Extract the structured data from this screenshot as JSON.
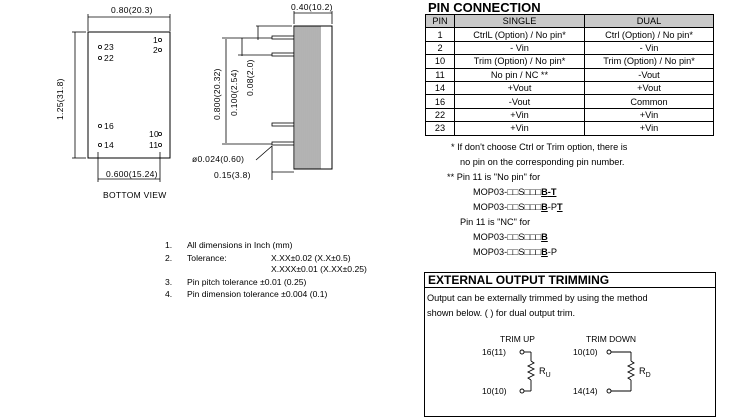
{
  "drawing": {
    "bottom_view": {
      "width_dim": "0.80(20.3)",
      "height_dim": "1.25(31.8)",
      "pitch_dim": "0.600(15.24)",
      "caption": "BOTTOM  VIEW",
      "pin_labels": [
        "1",
        "2",
        "23",
        "22",
        "16",
        "14",
        "10",
        "11"
      ]
    },
    "side_view": {
      "top_dim": "0.40(10.2)",
      "dim_a": "0.800(20.32)",
      "dim_b": "0.100(2.54)",
      "dim_c": "0.08(2.0)",
      "pin_dia": "ø0.024(0.60)",
      "pin_len": "0.15(3.8)"
    }
  },
  "notes": [
    {
      "num": "1.",
      "text": "All dimensions in Inch (mm)"
    },
    {
      "num": "2.",
      "text": "Tolerance:",
      "tol1": "X.XX±0.02 (X.X±0.5)",
      "tol2": "X.XXX±0.01 (X.XX±0.25)"
    },
    {
      "num": "3.",
      "text": "Pin pitch tolerance ±0.01 (0.25)"
    },
    {
      "num": "4.",
      "text": "Pin dimension tolerance ±0.004 (0.1)"
    }
  ],
  "pin_connection": {
    "title": "PIN CONNECTION",
    "headers": [
      "PIN",
      "SINGLE",
      "DUAL"
    ],
    "rows": [
      [
        "1",
        "CtrlL (Option) / No pin*",
        "Ctrl (Option) / No pin*"
      ],
      [
        "2",
        "- Vin",
        "- Vin"
      ],
      [
        "10",
        "Trim (Option) / No pin*",
        "Trim (Option) / No pin*"
      ],
      [
        "11",
        "No pin / NC **",
        "-Vout"
      ],
      [
        "14",
        "+Vout",
        "+Vout"
      ],
      [
        "16",
        "-Vout",
        "Common"
      ],
      [
        "22",
        "+Vin",
        "+Vin"
      ],
      [
        "23",
        "+Vin",
        "+Vin"
      ]
    ],
    "footnote1_a": "*  If don't choose Ctrl or Trim option, there is",
    "footnote1_b": "no pin on the corresponding pin number.",
    "footnote2": "**  Pin 11 is \"No pin\" for",
    "model_prefix": "MOP03-",
    "model_s": "S",
    "model_b": "B",
    "model_t": "-T",
    "model_p": "-P",
    "model_pt_t": "T",
    "nc_line": "Pin 11 is \"NC\" for"
  },
  "trimming": {
    "title": "EXTERNAL OUTPUT TRIMMING",
    "desc1": "Output can be externally trimmed by using the method",
    "desc2": "shown below. ( ) for dual output trim.",
    "trim_up": "TRIM UP",
    "trim_down": "TRIM DOWN",
    "up_top": "16(11)",
    "up_bottom": "10(10)",
    "up_res": "R",
    "up_res_sub": "U",
    "down_top": "10(10)",
    "down_bottom": "14(14)",
    "down_res": "R",
    "down_res_sub": "D"
  }
}
